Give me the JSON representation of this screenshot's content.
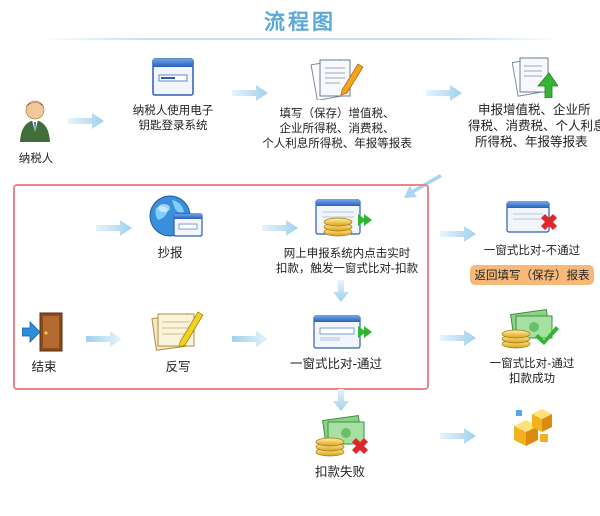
{
  "title": "流程图",
  "nodes": {
    "taxpayer": "纳税人",
    "login": [
      "纳税人使用电子",
      "钥匙登录系统"
    ],
    "fill": [
      "填写（保存）增值税、",
      "企业所得税、消费税、",
      "个人利息所得税、年报等报表"
    ],
    "declare": [
      "申报增值税、企业所",
      "得税、消费税、个人利息",
      "所得税、年报等报表"
    ],
    "copy": "抄报",
    "online_pay": [
      "网上申报系统内点击实时",
      "扣款，触发一窗式比对-扣款"
    ],
    "compare_fail": "一窗式比对-不通过",
    "return_fill": "返回填写（保存）报表",
    "end": "结束",
    "reverse_write": "反写",
    "compare_pass": "一窗式比对-通过",
    "pay_success": [
      "一窗式比对-通过",
      "扣款成功"
    ],
    "pay_fail": "扣款失败"
  },
  "colors": {
    "title": "#5aa9d6",
    "frame": "#e8868a",
    "badge": "#f6b97a",
    "arrow": "#a9d6ef"
  },
  "icons": {
    "taxpayer": "person-icon",
    "login": "browser-window-icon",
    "fill": "document-pen-icon",
    "declare": "document-upload-icon",
    "copy": "globe-window-icon",
    "online_pay": "coins-window-forward-icon",
    "compare_fail": "window-error-icon",
    "end": "exit-door-icon",
    "reverse_write": "notepad-pen-icon",
    "compare_pass": "window-forward-icon",
    "pay_success": "money-check-icon",
    "pay_fail": "money-cross-icon",
    "final": "cubes-icon"
  }
}
